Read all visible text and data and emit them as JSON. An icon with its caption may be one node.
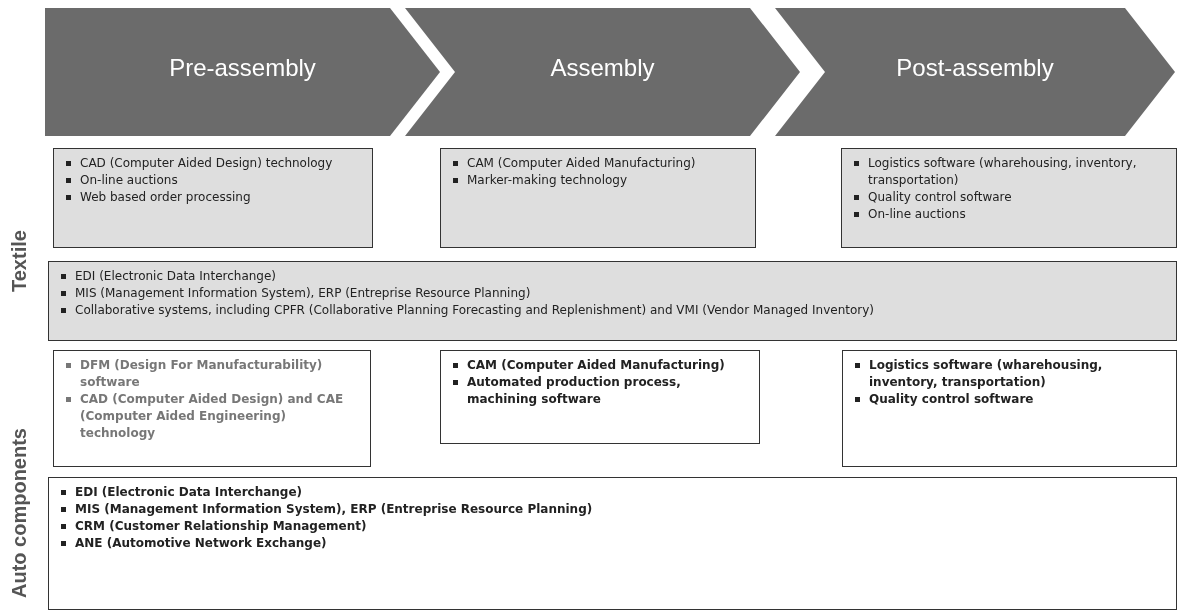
{
  "diagram": {
    "nodes": [
      {
        "text": [
          "Pre-assembly"
        ]
      },
      {
        "text": [
          "Assembly"
        ]
      },
      {
        "text": [
          "Post-assembly"
        ]
      },
      {
        "text": [
          "CAD (Computer Aided Design) technology",
          "On-line auctions",
          "Web based order processing"
        ]
      },
      {
        "text": [
          "CAM (Computer Aided Manufacturing)",
          "Marker-making technology"
        ]
      },
      {
        "text": [
          "Logistics software (wharehousing, inventory, transportation)",
          "Quality control software",
          "On-line auctions"
        ]
      },
      {
        "text": [
          "EDI (Electronic Data Interchange)",
          "MIS (Management Information System), ERP (Entreprise Resource Planning)",
          "Collaborative systems, including CPFR (Collaborative Planning Forecasting and Replenishment) and VMI (Vendor Managed Inventory)"
        ]
      },
      {
        "text": [
          "DFM (Design For Manufacturability) software",
          "CAD (Computer Aided Design) and CAE (Computer Aided Engineering) technology"
        ]
      },
      {
        "text": [
          "CAM (Computer Aided Manufacturing)",
          "Automated production process, machining software"
        ]
      },
      {
        "text": [
          "Logistics software (wharehousing, inventory, transportation)",
          "Quality control software"
        ]
      },
      {
        "text": [
          "EDI (Electronic Data Interchange)",
          "MIS (Management Information System), ERP (Entreprise Resource Planning)",
          "CRM (Customer Relationship Management)",
          "ANE (Automotive Network Exchange)"
        ]
      }
    ],
    "labels": [
      "Textile",
      "Auto components"
    ]
  }
}
